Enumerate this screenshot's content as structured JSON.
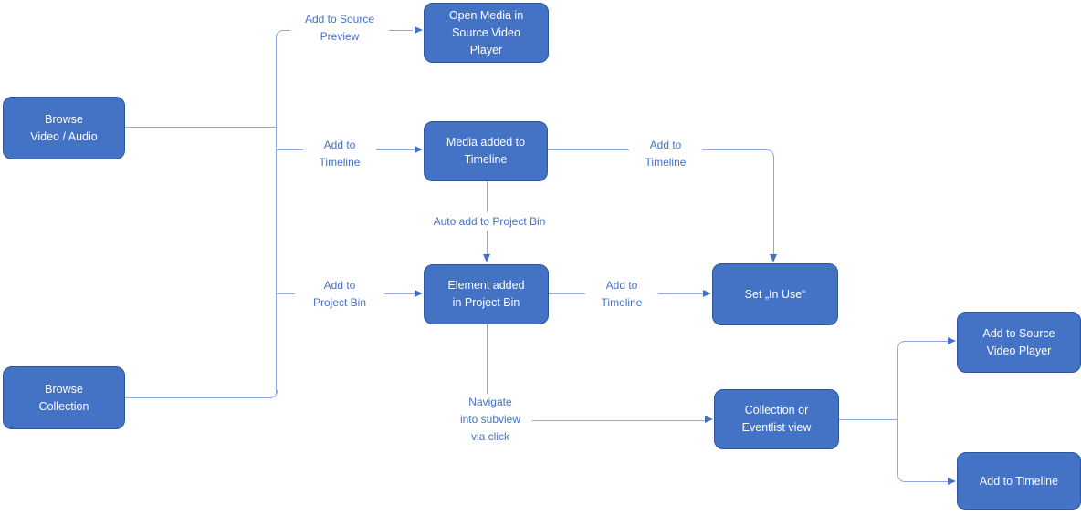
{
  "diagram": {
    "type": "flowchart",
    "nodes": {
      "browse_video_audio": "Browse\nVideo / Audio",
      "browse_collection": "Browse\nCollection",
      "open_media_in_source_video_player": "Open Media in\nSource Video\nPlayer",
      "media_added_to_timeline": "Media added to\nTimeline",
      "element_added_in_project_bin": "Element added\nin Project Bin",
      "set_in_use": "Set „In Use“",
      "collection_or_eventlist_view": "Collection or\nEventlist view",
      "add_to_source_video_player": "Add to Source\nVideo Player",
      "add_to_timeline_node": "Add to Timeline"
    },
    "edge_labels": {
      "add_to_source_preview": "Add to Source\nPreview",
      "add_to_timeline_from_browse": "Add to\nTimeline",
      "add_to_project_bin": "Add to\nProject Bin",
      "auto_add_to_project_bin": "Auto add to Project Bin",
      "add_to_timeline_from_media": "Add to\nTimeline",
      "add_to_timeline_from_element": "Add to\nTimeline",
      "navigate_into_subview": "Navigate\ninto subview\nvia click"
    },
    "colors": {
      "node_fill": "#4472C4",
      "node_border": "#2F5597",
      "node_text": "#FFFFFF",
      "connector": "#8EA9DC",
      "arrowhead": "#4472C4",
      "edge_label_text": "#4472C4",
      "background": "#FFFFFF"
    }
  }
}
